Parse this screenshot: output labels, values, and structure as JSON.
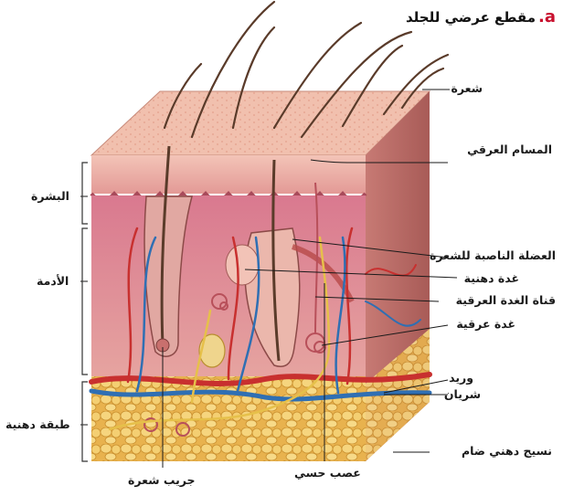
{
  "figure": {
    "letter": "a.",
    "title": "مقطع عرضي للجلد"
  },
  "labels": {
    "hair": "شعرة",
    "sweat_pore": "المسام العرقي",
    "arrector_muscle": "العضلة الناصبة للشعرة",
    "sebaceous_gland": "غدة دهنية",
    "sweat_duct": "قناة الغدة العرقية",
    "sweat_gland": "غدة عرقية",
    "vein": "وريد",
    "artery": "شريان",
    "adipose_tissue": "نسيج دهني ضام",
    "sensory_nerve": "عصب حسي",
    "hair_follicle": "جريب شعرة",
    "epidermis": "البشرة",
    "dermis": "الأدمة",
    "fat_layer": "طبقة دهنية"
  },
  "colors": {
    "accent_letter": "#c8102e",
    "epidermis": "#e9a7a0",
    "dermis": "#d9868f",
    "fat": "#f0c66a",
    "vein": "#2f6fb3",
    "artery": "#c8302f",
    "nerve": "#e6c04a",
    "hair": "#5a3b2a"
  }
}
